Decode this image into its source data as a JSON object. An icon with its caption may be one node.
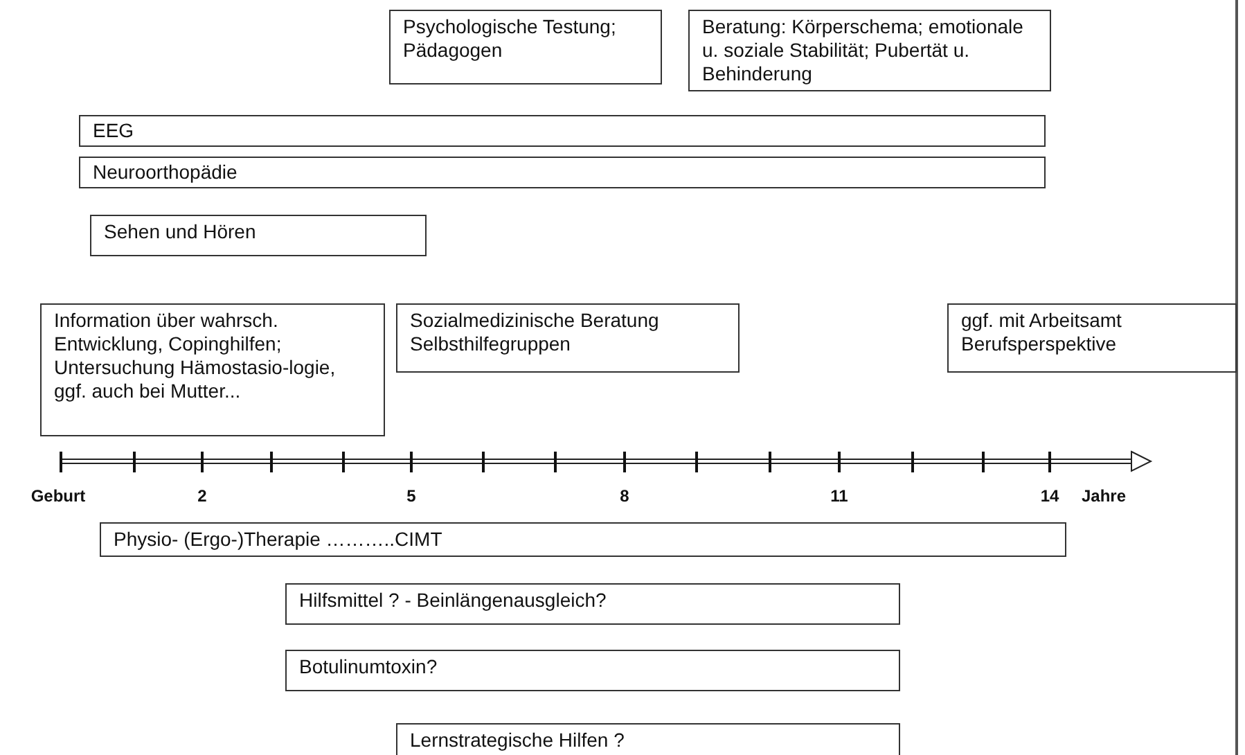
{
  "diagram": {
    "nodes": [
      {
        "text": [
          "Psychologische Testung; Pädagogen"
        ]
      },
      {
        "text": [
          "Beratung: Körperschema; emotionale u. soziale Stabilität; Pubertät u. Behinderung"
        ]
      },
      {
        "text": [
          "EEG"
        ]
      },
      {
        "text": [
          "Neuroorthopädie"
        ]
      },
      {
        "text": [
          "Sehen und Hören"
        ]
      },
      {
        "text": [
          "Information über wahrsch. Entwicklung, Copinghilfen; Untersuchung Hämostasio-logie, ggf. auch bei Mutter..."
        ]
      },
      {
        "text": [
          "Sozialmedizinische Beratung Selbsthilfegruppen"
        ]
      },
      {
        "text": [
          "ggf. mit Arbeitsamt Berufsperspektive"
        ]
      },
      {
        "text": [
          "Physio- (Ergo-)Therapie ………..CIMT"
        ]
      },
      {
        "text": [
          "Hilfsmittel ? - Beinlängenausgleich?"
        ]
      },
      {
        "text": [
          "Botulinumtoxin?"
        ]
      },
      {
        "text": [
          "Lernstrategische Hilfen ?"
        ]
      }
    ],
    "labels": [
      "Geburt",
      "2",
      "5",
      "8",
      "11",
      "14",
      "Jahre"
    ]
  }
}
